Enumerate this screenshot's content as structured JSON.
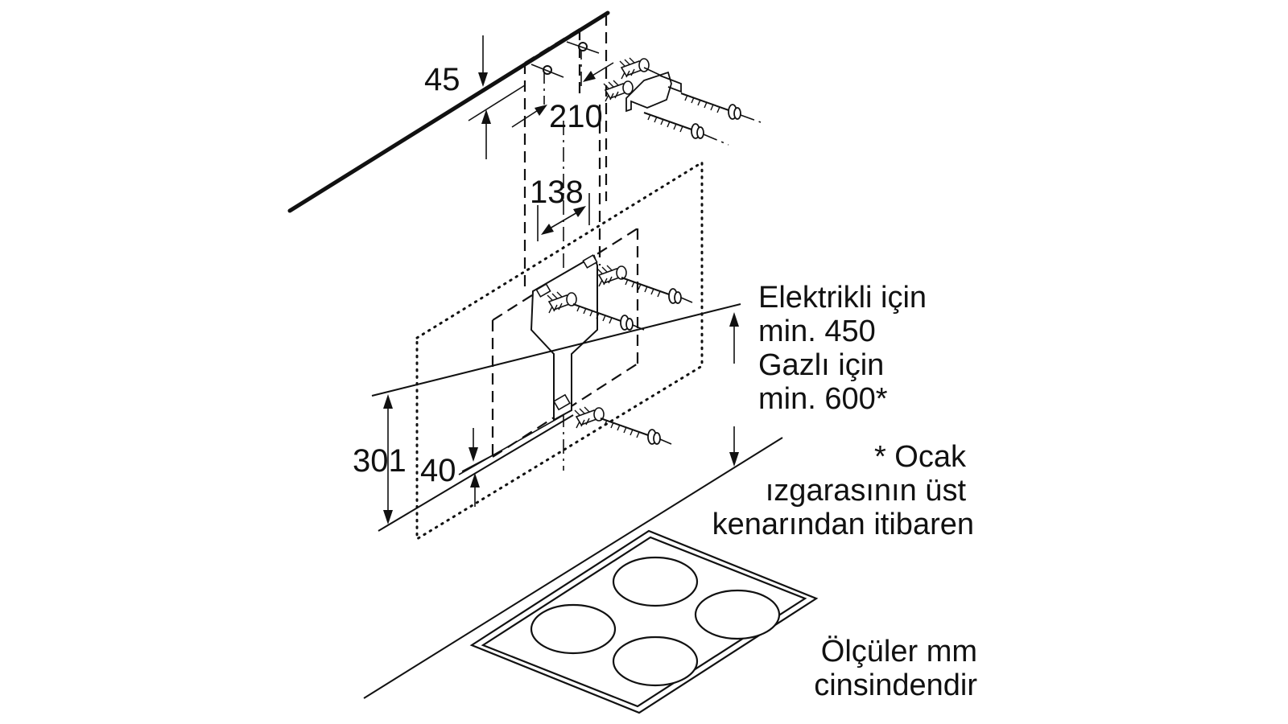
{
  "dimensions": {
    "top_offset": "45",
    "bracket_spacing": "210",
    "inner_spacing": "138",
    "template_height": "301",
    "bottom_offset": "40"
  },
  "notes": {
    "clearance": [
      "Elektrikli için",
      "min. 450",
      "Gazlı için",
      "min. 600*"
    ],
    "footnote": [
      "* Ocak",
      "ızgarasının üst",
      "kenarından itibaren"
    ],
    "units": [
      "Ölçüler mm",
      "cinsindendir"
    ]
  }
}
